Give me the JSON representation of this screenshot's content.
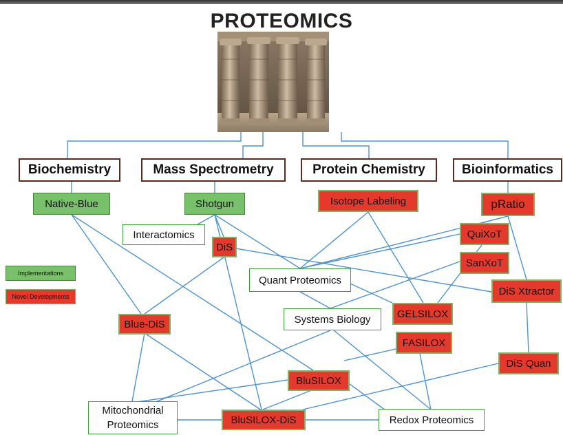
{
  "title": "PROTEOMICS",
  "categories": {
    "biochemistry": "Biochemistry",
    "mass_spectrometry": "Mass Spectrometry",
    "protein_chemistry": "Protein Chemistry",
    "bioinformatics": "Bioinformatics"
  },
  "nodes": {
    "native_blue": "Native-Blue",
    "shotgun": "Shotgun",
    "isotope_labeling": "Isotope Labeling",
    "pratio": "pRatio",
    "interactomics": "Interactomics",
    "dis": "DiS",
    "quixot": "QuiXoT",
    "sanxot": "SanXoT",
    "quant_proteomics": "Quant Proteomics",
    "dis_xtractor": "DiS Xtractor",
    "gelsilox": "GELSILOX",
    "systems_biology": "Systems Biology",
    "blue_dis": "Blue-DiS",
    "fasilox": "FASILOX",
    "dis_quan": "DiS Quan",
    "blusilox": "BluSILOX",
    "mitochondrial_proteomics": "Mitochondrial Proteomics",
    "blusilox_dis": "BluSILOX-DiS",
    "redox_proteomics": "Redox Proteomics"
  },
  "legend": {
    "implementations": "Implementations",
    "novel_developments": "Novel Developments"
  },
  "colors": {
    "implementation": "#79c06a",
    "novel_development": "#e5392b",
    "edge": "#4c93d0",
    "category_border": "#5b2a1c"
  }
}
